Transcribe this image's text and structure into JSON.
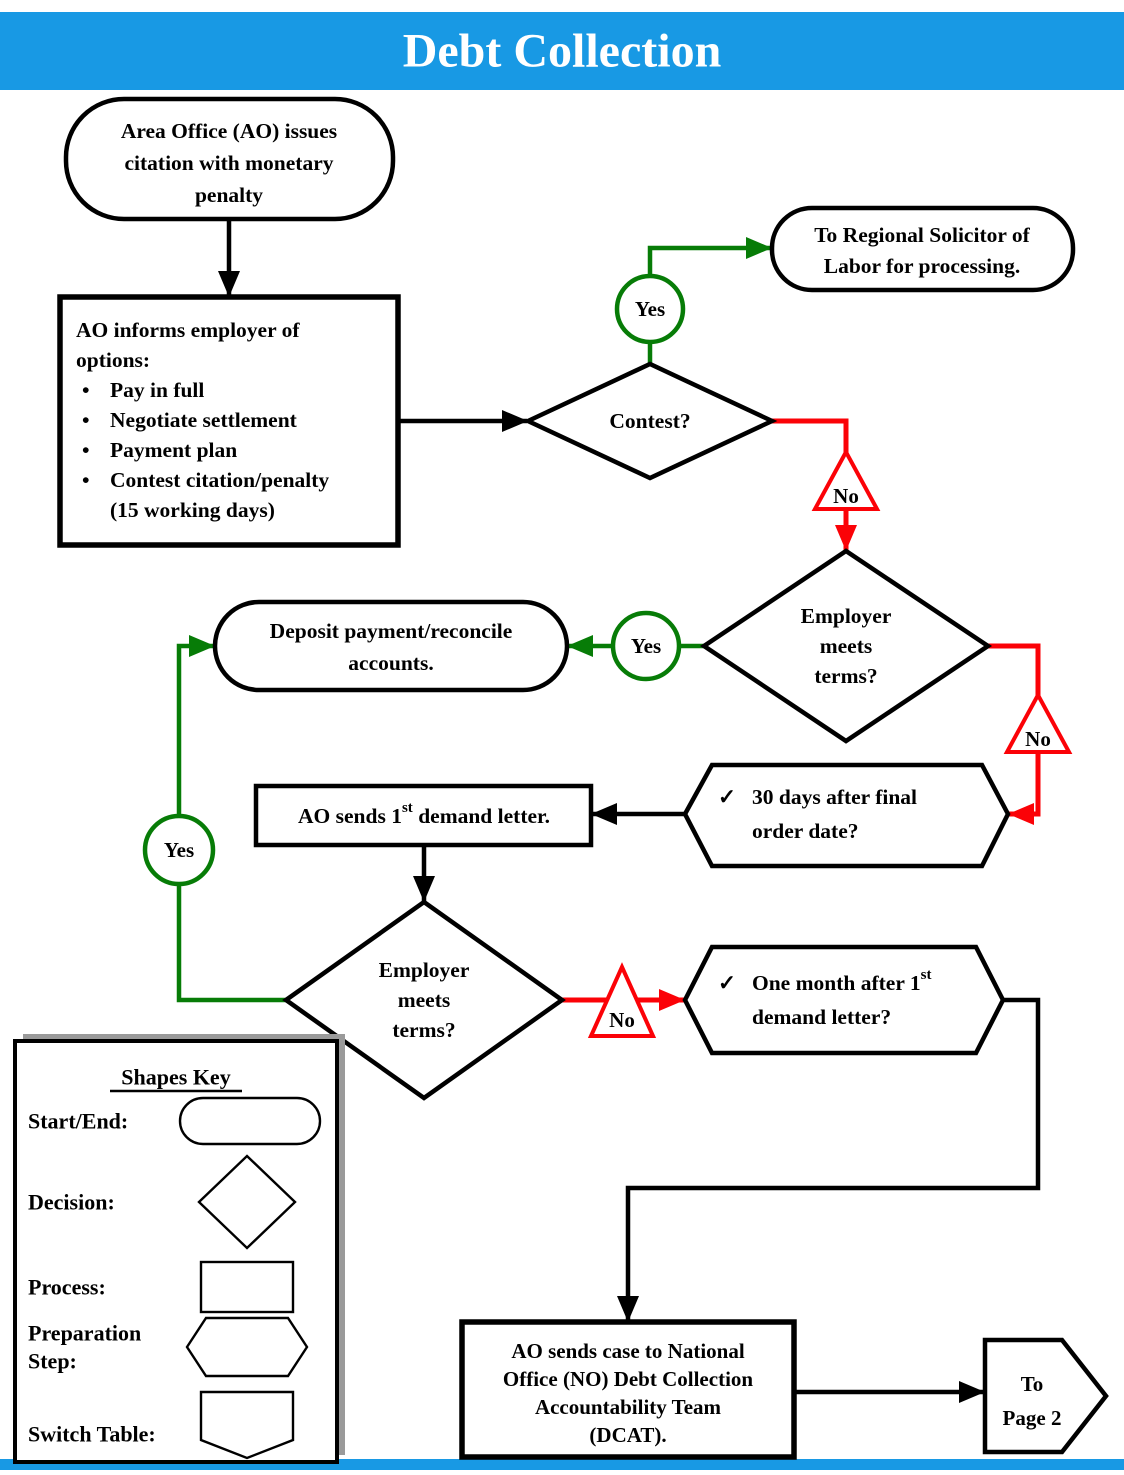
{
  "title": "Debt Collection",
  "glyphs": {
    "bullet": "•",
    "check": "✓"
  },
  "labels": {
    "yes": "Yes",
    "no": "No"
  },
  "colors": {
    "header": "#1899E4",
    "green": "#077C07",
    "red": "#FB0207",
    "yellow": "#FFFF00",
    "shadow": "#9a9a9a"
  },
  "nodes": {
    "start": {
      "lines": [
        "Area Office (AO) issues",
        "citation with monetary",
        "penalty"
      ]
    },
    "options": {
      "lines": [
        "AO informs employer of",
        "options:"
      ],
      "bullets": [
        "Pay in full",
        "Negotiate settlement",
        "Payment plan",
        "Contest citation/penalty"
      ],
      "continuation": "(15 working days)"
    },
    "contest": {
      "label": "Contest?"
    },
    "solicitor": {
      "lines": [
        "To Regional Solicitor of",
        "Labor for processing."
      ]
    },
    "meets_terms1": {
      "lines": [
        "Employer",
        "meets",
        "terms?"
      ]
    },
    "deposit": {
      "lines": [
        "Deposit payment/reconcile",
        "accounts."
      ]
    },
    "days30": {
      "line1": "30 days after final",
      "line2": "order date?"
    },
    "demand": {
      "pre": "AO sends 1",
      "sup": "st",
      "post": " demand letter."
    },
    "meets_terms2": {
      "lines": [
        "Employer",
        "meets",
        "terms?"
      ]
    },
    "month1": {
      "pre": "One month after 1",
      "sup": "st",
      "line2": "demand letter?"
    },
    "dcat": {
      "lines": [
        "AO sends case to National",
        "Office (NO) Debt Collection",
        "Accountability Team",
        "(DCAT)."
      ]
    },
    "page2": {
      "lines": [
        "To",
        "Page 2"
      ]
    }
  },
  "key": {
    "title": "Shapes Key",
    "start_end": "Start/End:",
    "decision": "Decision:",
    "process": "Process:",
    "prep1": "Preparation",
    "prep2": "Step:",
    "switch": "Switch Table:"
  }
}
